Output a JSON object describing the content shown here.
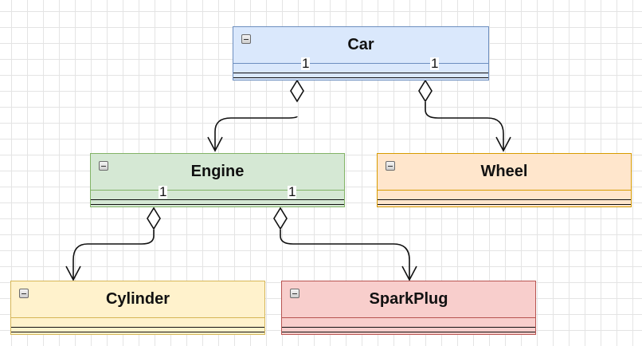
{
  "diagram": {
    "classes": [
      {
        "id": "car",
        "name": "Car",
        "fill": "#dae8fc",
        "stroke": "#6c8ebf"
      },
      {
        "id": "engine",
        "name": "Engine",
        "fill": "#d5e8d4",
        "stroke": "#82b366"
      },
      {
        "id": "wheel",
        "name": "Wheel",
        "fill": "#ffe6cc",
        "stroke": "#d79b00"
      },
      {
        "id": "cylinder",
        "name": "Cylinder",
        "fill": "#fff2cc",
        "stroke": "#d6b656"
      },
      {
        "id": "sparkplug",
        "name": "SparkPlug",
        "fill": "#f8cecc",
        "stroke": "#b85450"
      }
    ],
    "aggregations": [
      {
        "whole": "Car",
        "part": "Engine",
        "multiplicity": "1"
      },
      {
        "whole": "Car",
        "part": "Wheel",
        "multiplicity": "1"
      },
      {
        "whole": "Engine",
        "part": "Cylinder",
        "multiplicity": "1"
      },
      {
        "whole": "Engine",
        "part": "SparkPlug",
        "multiplicity": "1"
      }
    ],
    "icons": {
      "collapse": "minus-toggle-icon"
    }
  }
}
